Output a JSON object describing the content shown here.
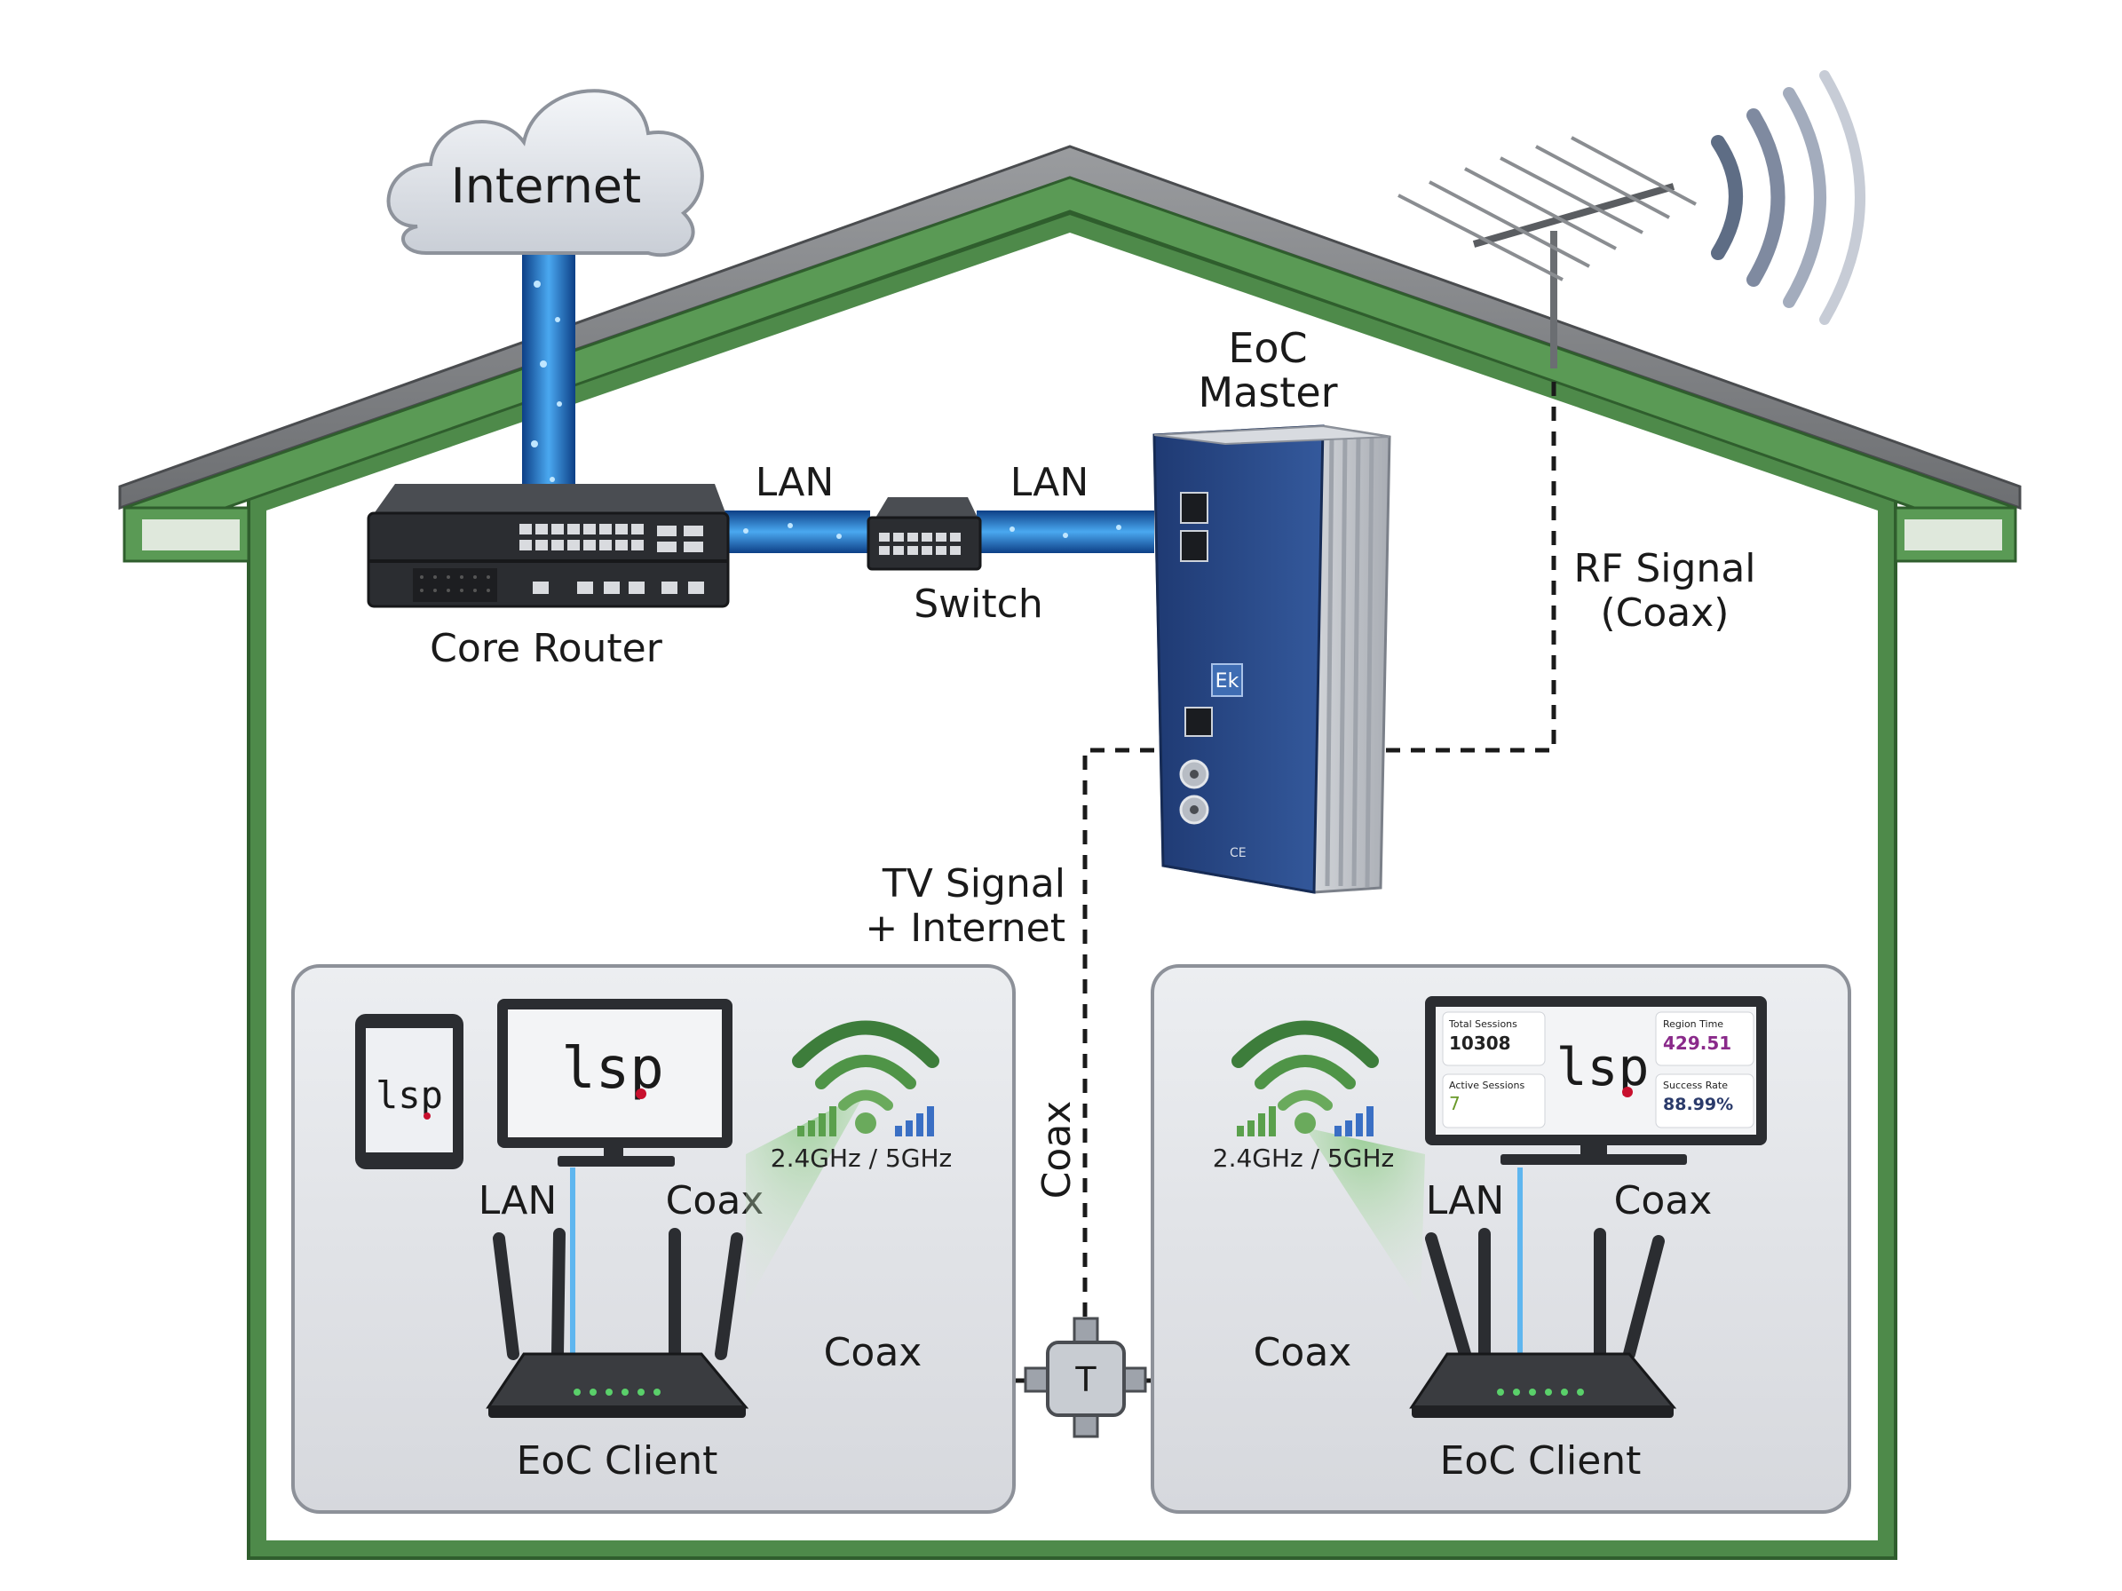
{
  "labels": {
    "internet": "Internet",
    "core_router": "Core Router",
    "switch": "Switch",
    "lan_left": "LAN",
    "lan_right": "LAN",
    "eoc_master_line1": "EoC",
    "eoc_master_line2": "Master",
    "rf_signal_line1": "RF Signal",
    "rf_signal_line2": "(Coax)",
    "tv_signal_line1": "TV Signal",
    "tv_signal_line2": "+ Internet",
    "coax_vertical": "Coax",
    "tee": "T",
    "coax_bottom_left": "Coax",
    "coax_bottom_right": "Coax"
  },
  "rooms": [
    {
      "lan": "LAN",
      "coax": "Coax",
      "wifi_bands": "2.4GHz / 5GHz",
      "device": "EoC Client"
    },
    {
      "lan": "LAN",
      "coax": "Coax",
      "wifi_bands": "2.4GHz / 5GHz",
      "device": "EoC Client",
      "tv_dashboard": {
        "total_sessions_label": "Total Sessions",
        "total_sessions_value": "10308",
        "active_label": "Active Sessions",
        "active_value": "7",
        "region_time_label": "Region Time",
        "region_time_value": "429.51",
        "success_label": "Success Rate",
        "success_value": "88.99%"
      }
    }
  ],
  "colors": {
    "house_green": "#4e8a4a",
    "house_green_dark": "#2f5e2d",
    "roof_gray": "#7d7f82",
    "fiber_blue": "#2a7fd4",
    "room_gray": "#e2e3e7",
    "master_blue": "#2c4a86",
    "wifi_green": "#5aa04c",
    "wifi_blue": "#3a6fc4",
    "brand_red": "#c8102e"
  }
}
